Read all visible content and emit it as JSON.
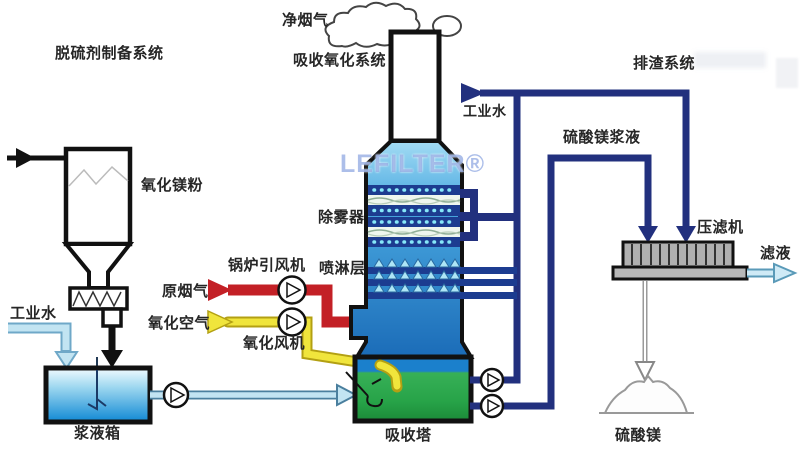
{
  "sections": {
    "prep_system": "脱硫剂制备系统",
    "absorption_system": "吸收氧化系统",
    "slag_system": "排渣系统"
  },
  "labels": {
    "clean_flue_gas": "净烟气",
    "mgo_powder": "氧化镁粉",
    "industrial_water_left": "工业水",
    "slurry_tank": "浆液箱",
    "raw_flue_gas": "原烟气",
    "boiler_id_fan": "锅炉引风机",
    "oxidation_air": "氧化空气",
    "oxidation_fan": "氧化风机",
    "demister": "除雾器",
    "spray_layer": "喷淋层",
    "absorption_tower": "吸收塔",
    "industrial_water_right": "工业水",
    "mgso4_slurry": "硫酸镁浆液",
    "filter_press": "压滤机",
    "filtrate": "滤液",
    "mgso4_product": "硫酸镁"
  },
  "watermark": "LEFILTER®",
  "colors": {
    "pipe_navy": "#22307e",
    "pipe_red": "#c32026",
    "pipe_yellow": "#f0e53c",
    "pipe_lightblue": "#c2e4f2",
    "tower_blue": "#49a8e0",
    "sump_green": "#2aa348",
    "tank_blue": "#0f88d4",
    "filter_gray": "#b0b0b0"
  }
}
